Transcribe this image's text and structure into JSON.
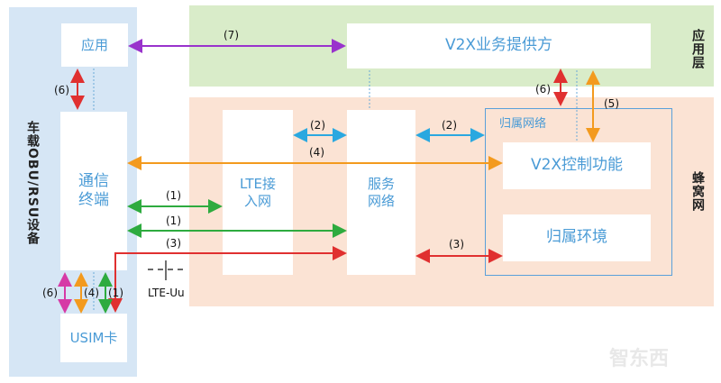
{
  "regions": {
    "app_layer": "应用层",
    "cellular": "蜂窝网",
    "vehicle": "车载OBU/RSU设备"
  },
  "boxes": {
    "app": "应用",
    "v2x_provider": "V2X业务提供方",
    "terminal": "通信终端",
    "lte_access": "LTE接入网",
    "service_network": "服务网络",
    "home_network": "归属网络",
    "v2x_control": "V2X控制功能",
    "home_env": "归属环境",
    "usim": "USIM卡"
  },
  "interfaces": {
    "pc1": "(1)",
    "pc2": "(2)",
    "pc3": "(3)",
    "pc4": "(4)",
    "pc5": "(5)",
    "pc6": "(6)",
    "pc7": "(7)",
    "lte_uu": "LTE-Uu"
  },
  "watermark": "智东西",
  "colors": {
    "app_layer_bg": "#d9ecc9",
    "cellular_bg": "#fbe3d4",
    "vehicle_bg": "#d6e6f5",
    "box_text": "#4a9bd6",
    "purple": "#9933cc",
    "red": "#e03030",
    "orange": "#f39a1e",
    "green": "#2eab3f",
    "cyan": "#2aa8e0",
    "magenta": "#d63aa6",
    "dashed": "#6aa9d8"
  }
}
